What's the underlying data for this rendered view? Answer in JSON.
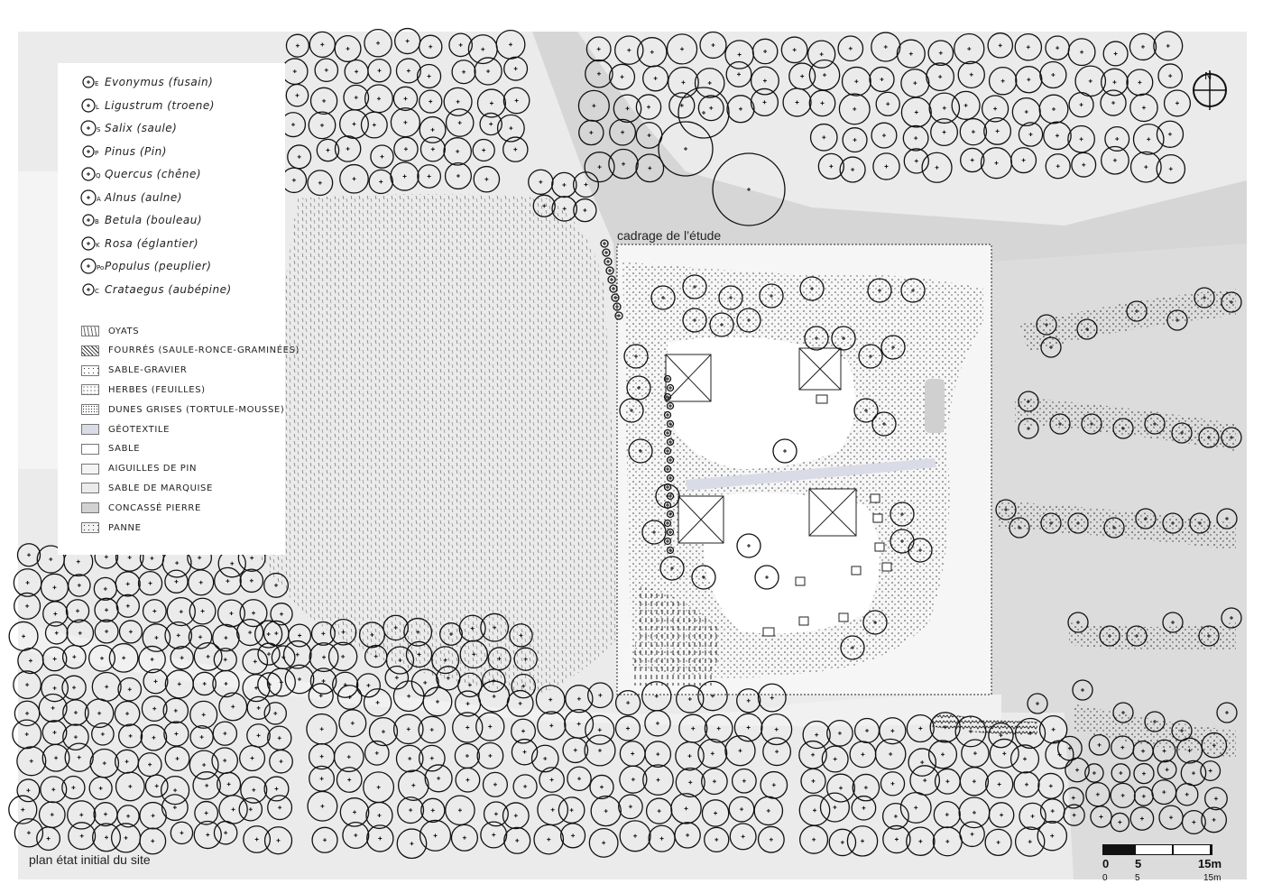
{
  "map": {
    "title": "plan état initial du site",
    "study_frame_label": "cadrage de l’étude",
    "north_label": "N"
  },
  "legend": {
    "plants": [
      {
        "code": "E",
        "label": "Evonymus (fusain)"
      },
      {
        "code": "L",
        "label": "Ligustrum (troene)"
      },
      {
        "code": "S",
        "label": "Salix (saule)"
      },
      {
        "code": "P",
        "label": "Pinus (Pin)"
      },
      {
        "code": "Q",
        "label": "Quercus (chêne)"
      },
      {
        "code": "A",
        "label": "Alnus (aulne)"
      },
      {
        "code": "B",
        "label": "Betula (bouleau)"
      },
      {
        "code": "K",
        "label": "Rosa (églantier)"
      },
      {
        "code": "Po",
        "label": "Populus (peuplier)"
      },
      {
        "code": "C",
        "label": "Crataegus (aubépine)"
      }
    ],
    "surfaces": [
      {
        "label": "OYATS",
        "pattern": "dashes",
        "fill": "#ffffff"
      },
      {
        "label": "FOURRÉS (SAULE-RONCE-GRAMINÉES)",
        "pattern": "scribble",
        "fill": "#ffffff"
      },
      {
        "label": "SABLE-GRAVIER",
        "pattern": "dots",
        "fill": "#ffffff"
      },
      {
        "label": "HERBES (FEUILLES)",
        "pattern": "dots-dense",
        "fill": "#ffffff"
      },
      {
        "label": "DUNES GRISES (TORTULE-MOUSSE)",
        "pattern": "dots-heavy",
        "fill": "#ffffff"
      },
      {
        "label": "GÉOTEXTILE",
        "pattern": "flat",
        "fill": "#d9dce6"
      },
      {
        "label": "SABLE",
        "pattern": "flat",
        "fill": "#ffffff"
      },
      {
        "label": "AIGUILLES DE PIN",
        "pattern": "flat",
        "fill": "#f4f4f4"
      },
      {
        "label": "SABLE DE MARQUISE",
        "pattern": "flat",
        "fill": "#ebebeb"
      },
      {
        "label": "CONCASSÉ PIERRE",
        "pattern": "flat",
        "fill": "#d2d2d2"
      },
      {
        "label": "PANNE",
        "pattern": "dots-light",
        "fill": "#f2f2f2"
      }
    ]
  },
  "scale": {
    "top_labels": [
      "0",
      "5",
      "15m"
    ],
    "bottom_labels": [
      "0",
      "5",
      "15m"
    ]
  },
  "colors": {
    "ground": "#ebebeb",
    "road": "#d6d6d6",
    "geotextile": "#d9dce6",
    "ink": "#111111"
  }
}
